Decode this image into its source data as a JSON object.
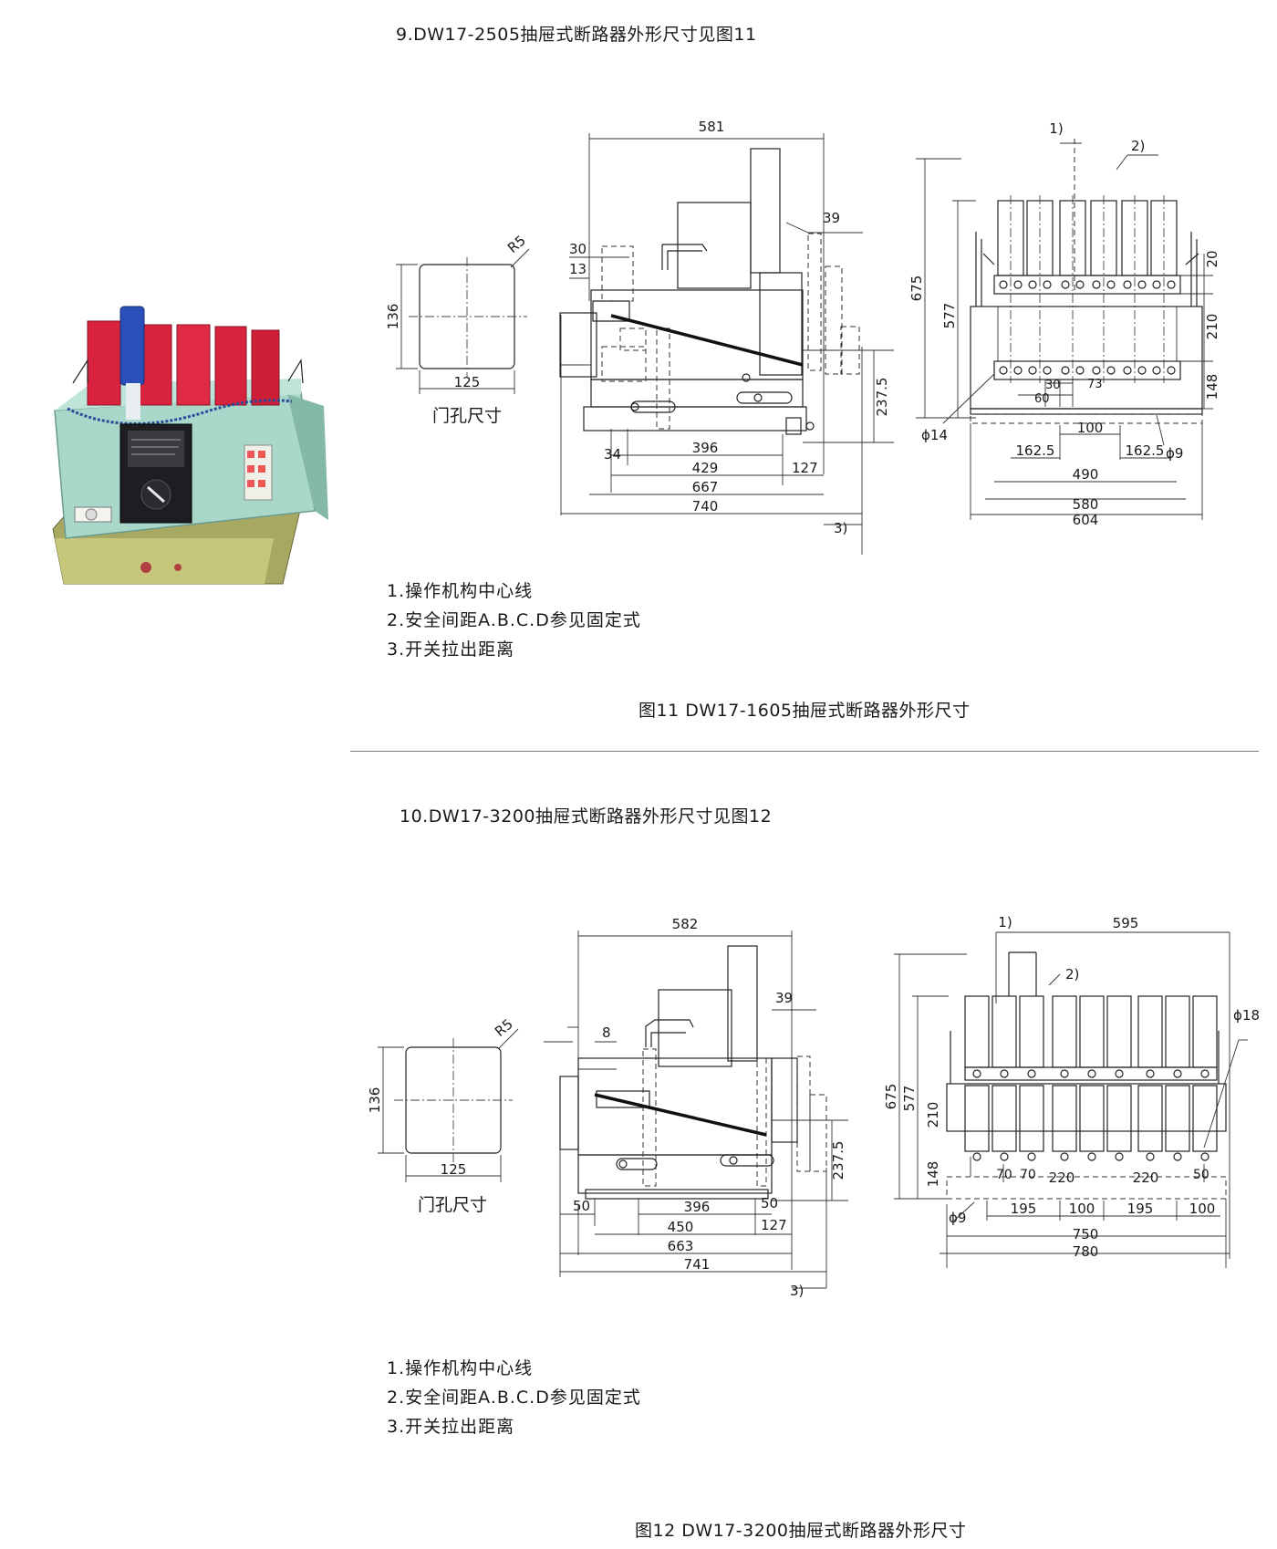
{
  "section1": {
    "heading": "9.DW17-2505抽屉式断路器外形尺寸见图11",
    "door_hole": {
      "label": "门孔尺寸",
      "width": "125",
      "height": "136",
      "radius": "R5"
    },
    "side_view": {
      "dims": [
        "581",
        "39",
        "30",
        "13",
        "237.5",
        "396",
        "429",
        "667",
        "740",
        "34",
        "127"
      ]
    },
    "front_view": {
      "dims": [
        "675",
        "577",
        "20",
        "210",
        "148",
        "30",
        "60",
        "73",
        "100",
        "162.5",
        "162.5",
        "490",
        "580",
        "604"
      ],
      "dia_left": "ϕ14",
      "dia_right": "ϕ9"
    },
    "callouts": [
      "1)",
      "2)",
      "3)"
    ],
    "notes": [
      "1.操作机构中心线",
      "2.安全间距A.B.C.D参见固定式",
      "3.开关拉出距离"
    ],
    "caption": "图11 DW17-1605抽屉式断路器外形尺寸"
  },
  "section2": {
    "heading": "10.DW17-3200抽屉式断路器外形尺寸见图12",
    "door_hole": {
      "label": "门孔尺寸",
      "width": "125",
      "height": "136",
      "radius": "R5"
    },
    "side_view": {
      "dims": [
        "582",
        "39",
        "8",
        "237.5",
        "50",
        "396",
        "50",
        "450",
        "127",
        "663",
        "741"
      ]
    },
    "front_view": {
      "dims": [
        "595",
        "675",
        "577",
        "210",
        "148",
        "70",
        "70",
        "220",
        "220",
        "50",
        "195",
        "100",
        "195",
        "100",
        "750",
        "780"
      ],
      "dia_left": "ϕ9",
      "dia_right": "ϕ18"
    },
    "callouts": [
      "1)",
      "2)",
      "3)"
    ],
    "notes": [
      "1.操作机构中心线",
      "2.安全间距A.B.C.D参见固定式",
      "3.开关拉出距离"
    ],
    "caption": "图12 DW17-3200抽屉式断路器外形尺寸"
  },
  "colors": {
    "photo_body": "#9fd3c4",
    "photo_phase": "#d8233e",
    "photo_handle": "#2a4fb8",
    "photo_panel": "#1e1e22"
  }
}
